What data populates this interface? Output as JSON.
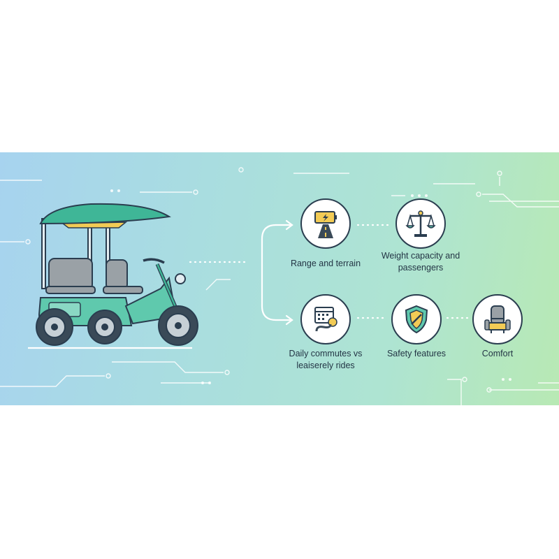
{
  "features": [
    {
      "id": "range",
      "label": "Range and terrain",
      "icon": "battery-road-icon"
    },
    {
      "id": "weight",
      "label": "Weight capacity and passengers",
      "icon": "balance-scale-icon"
    },
    {
      "id": "commute",
      "label": "Daily commutes vs leaiserely rides",
      "icon": "calendar-route-icon"
    },
    {
      "id": "safety",
      "label": "Safety features",
      "icon": "shield-icon"
    },
    {
      "id": "comfort",
      "label": "Comfort",
      "icon": "seat-icon"
    }
  ],
  "colors": {
    "outline": "#2a3d4f",
    "teal": "#5fc9ad",
    "canopy": "#3fb697",
    "yellow": "#f2cb55",
    "seat": "#9aa1a6"
  }
}
